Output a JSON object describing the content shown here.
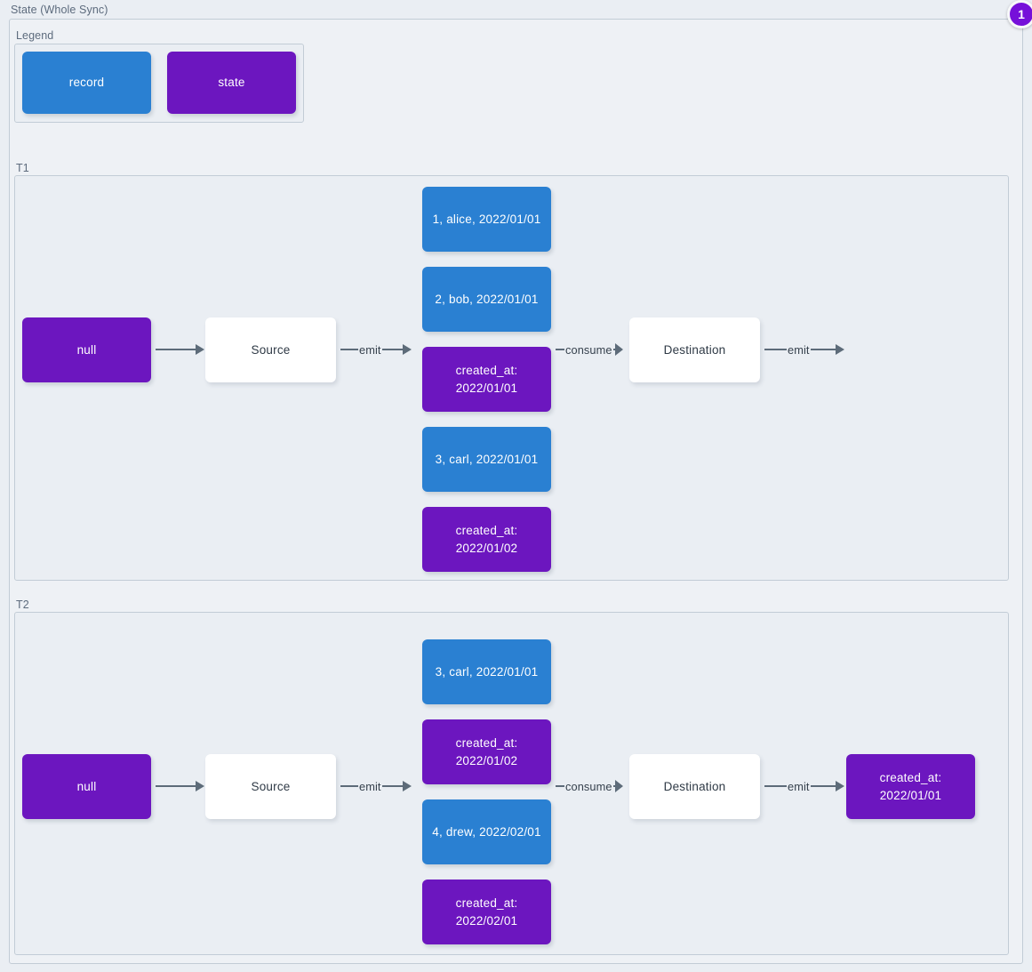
{
  "diagram": {
    "title": "State (Whole Sync)",
    "badge": "1",
    "legend": {
      "label": "Legend",
      "items": [
        {
          "label": "record",
          "kind": "record",
          "color": "#2a80d2"
        },
        {
          "label": "state",
          "kind": "state",
          "color": "#6c16bf"
        }
      ]
    },
    "sections": [
      {
        "label": "T1",
        "nodes": {
          "initial_state": "null",
          "source": "Source",
          "destination": "Destination"
        },
        "emitted": [
          {
            "text": "1, alice, 2022/01/01",
            "kind": "record"
          },
          {
            "text": "2, bob, 2022/01/01",
            "kind": "record"
          },
          {
            "text": "created_at:\n2022/01/01",
            "kind": "state"
          },
          {
            "text": "3, carl, 2022/01/01",
            "kind": "record"
          },
          {
            "text": "created_at:\n2022/01/02",
            "kind": "state"
          }
        ],
        "final_state": null,
        "edges": {
          "state_to_source": "",
          "source_emit": "emit",
          "consume": "consume",
          "destination_emit": "emit"
        }
      },
      {
        "label": "T2",
        "nodes": {
          "initial_state": "null",
          "source": "Source",
          "destination": "Destination"
        },
        "emitted": [
          {
            "text": "3, carl, 2022/01/01",
            "kind": "record"
          },
          {
            "text": "created_at:\n2022/01/02",
            "kind": "state"
          },
          {
            "text": "4, drew, 2022/02/01",
            "kind": "record"
          },
          {
            "text": "created_at:\n2022/02/01",
            "kind": "state"
          }
        ],
        "final_state": {
          "text": "created_at:\n2022/01/01",
          "kind": "state"
        },
        "edges": {
          "state_to_source": "",
          "source_emit": "emit",
          "consume": "consume",
          "destination_emit": "emit"
        }
      }
    ],
    "colors": {
      "record": "#2a80d2",
      "state": "#6c16bf",
      "background": "#eaeef3",
      "border": "#c2ccd6",
      "edge": "#5d6b79",
      "badge": "#7610d9",
      "label_text": "#5d6b7d"
    }
  }
}
